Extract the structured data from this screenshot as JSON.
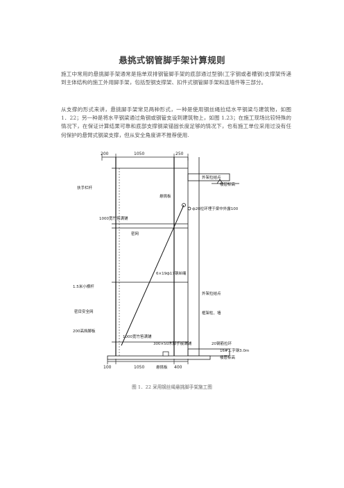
{
  "document": {
    "title": "悬挑式钢管脚手架计算规则",
    "paragraphs": [
      "施工中常用的悬挑脚手架通常是指单双排钢管脚手架的底部通过型钢(工字钢或者槽钢)支撑架传递到主体结构的施工外用脚手架，包括型钢支撑架、扣件式钢管脚手架和连墙件等三部分。",
      "从支撑的形式来讲，悬挑脚手架常见两种形式，一种是使用钢丝绳拉结水平钢梁与建筑物，如图 1．22；另一种是将水平钢梁通过角钢或钢管支设到建筑物上，如图 1.23；在施工现场比较特殊的情况下，在保证计算结果可靠和底部支撑钢梁锚固长度足够的情况下，也有施工单位采用过没有任何保护的悬臂式钢梁支撑，但从安全角度讲不推荐使用."
    ],
    "caption": "图 1．22  采用钢丝绳悬挑脚手架施工图"
  },
  "figure": {
    "dims_top": [
      "200",
      "1050",
      "250"
    ],
    "dims_bottom": [
      "100",
      "1050",
      "400"
    ],
    "labels": {
      "outer_tie": "外架拉结点",
      "floor_elev": "楼层标高",
      "guard_rail": "扶手栏杆",
      "hanger": "悬挑板",
      "ring": "ф20拉环埋于梁中外露100",
      "bamboo_top": "1000宽竹笆满铺",
      "safety_net": "密网",
      "wire_rope": "6×19ф17钢丝绳",
      "small_rail": "1.5米小横杆",
      "outer_tie_lower": "外架拉结点",
      "frame_col": "框架柱、墙",
      "dense_net": "密目安全网",
      "toe_board": "200高挡脚板",
      "bamboo_bottom": "1000宽竹笆满铺",
      "board_full": "300×50木脚手板满铺",
      "anchor_ring": "20钢筋拉环",
      "i_beam": "16#工字钢3.0m",
      "floor_elev_bottom": "楼层标高",
      "hanger_bottom": "悬挑板"
    }
  }
}
